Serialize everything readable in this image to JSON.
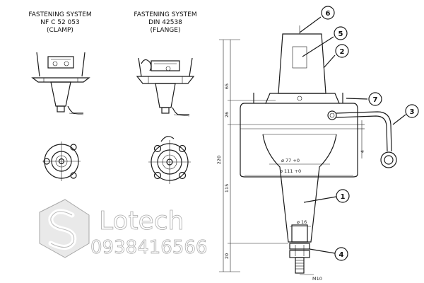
{
  "left_headers": {
    "clamp": {
      "line1": "FASTENING  SYSTEM",
      "line2": "NF C 52 053",
      "line3": "(CLAMP)"
    },
    "flange": {
      "line1": "FASTENING  SYSTEM",
      "line2": "DIN 42538",
      "line3": "(FLANGE)"
    }
  },
  "dimensions": {
    "overall_height": "220",
    "upper": "65",
    "collar": "26",
    "body": "115",
    "bottom": "20",
    "dia_77": "ø 77 +0",
    "dia_111": "ø 111 +0",
    "dia_16": "ø 16",
    "thread": "M10",
    "side_4": "4"
  },
  "callouts": [
    "1",
    "2",
    "3",
    "4",
    "5",
    "6",
    "7"
  ],
  "watermark": {
    "brand": "Lotech",
    "phone": "0938416566"
  }
}
